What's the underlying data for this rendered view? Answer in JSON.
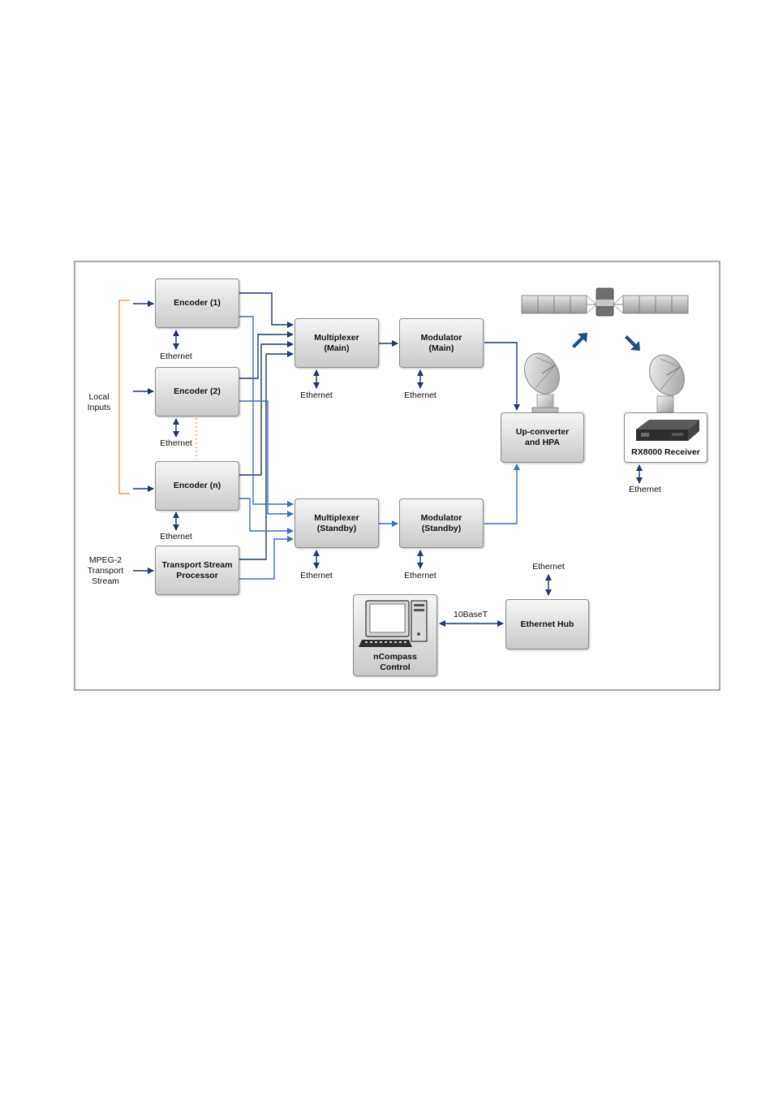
{
  "nodes": {
    "encoder1": "Encoder (1)",
    "encoder2": "Encoder (2)",
    "encoderN": "Encoder (n)",
    "tsp": "Transport Stream\nProcessor",
    "muxMain": "Multiplexer\n(Main)",
    "muxStandby": "Multiplexer\n(Standby)",
    "modMain": "Modulator\n(Main)",
    "modStandby": "Modulator\n(Standby)",
    "upconverter": "Up-converter\nand HPA",
    "receiver": "RX8000 Receiver",
    "ncompass": "nCompass\nControl",
    "hub": "Ethernet Hub"
  },
  "labels": {
    "local_inputs": "Local\nInputs",
    "mpeg": "MPEG-2\nTransport\nStream",
    "ethernet": "Ethernet",
    "tenbaset": "10BaseT"
  },
  "colors": {
    "dark_link": "#1f3a6b",
    "light_link": "#3b6fc6",
    "local_bracket": "#e8893a",
    "frame": "#555555"
  }
}
